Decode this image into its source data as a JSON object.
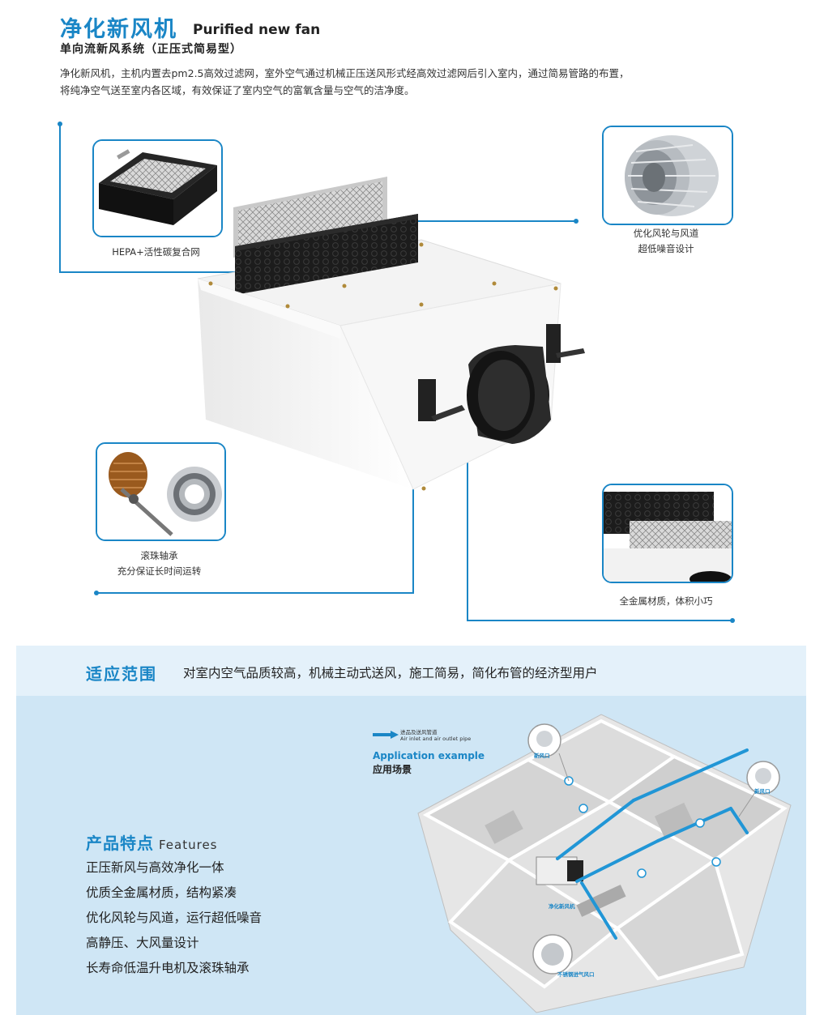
{
  "header": {
    "title_cn": "净化新风机",
    "title_en": "Purified new fan",
    "subtitle": "单向流新风系统（正压式简易型）",
    "intro_line1": "净化新风机，主机内置去pm2.5高效过滤网，室外空气通过机械正压送风形式经高效过滤网后引入室内，通过简易管路的布置，",
    "intro_line2": "将纯净空气送至室内各区域，有效保证了室内空气的富氧含量与空气的洁净度。"
  },
  "callouts": {
    "filter_caption": "HEPA+活性碳复合网",
    "fan_caption_line1": "优化风轮与风道",
    "fan_caption_line2": "超低噪音设计",
    "bearing_caption_line1": "滚珠轴承",
    "bearing_caption_line2": "充分保证长时间运转",
    "metal_caption": "全金属材质，体积小巧"
  },
  "scope": {
    "title": "适应范围",
    "text": "对室内空气品质较高，机械主动式送风，施工简易，简化布管的经济型用户"
  },
  "features": {
    "title": "产品特点",
    "title_en": "Features",
    "items": [
      "正压新风与高效净化一体",
      "优质全金属材质，结构紧凑",
      "优化风轮与风道，运行超低噪音",
      "高静压、大风量设计",
      "长寿命低温升电机及滚珠轴承"
    ]
  },
  "application": {
    "legend_cn": "进品及送风管道",
    "legend_en": "Air inlet and air outlet pipe",
    "title_en": "Application example",
    "title_cn": "应用场景",
    "tag_fresh_air_1": "新风口",
    "tag_fresh_air_2": "新风口",
    "tag_unit": "净化新风机",
    "tag_steel": "不锈钢进气风口"
  },
  "colors": {
    "accent": "#1a86c6",
    "panel": "#cfe6f5",
    "band": "#e4f1fa"
  }
}
